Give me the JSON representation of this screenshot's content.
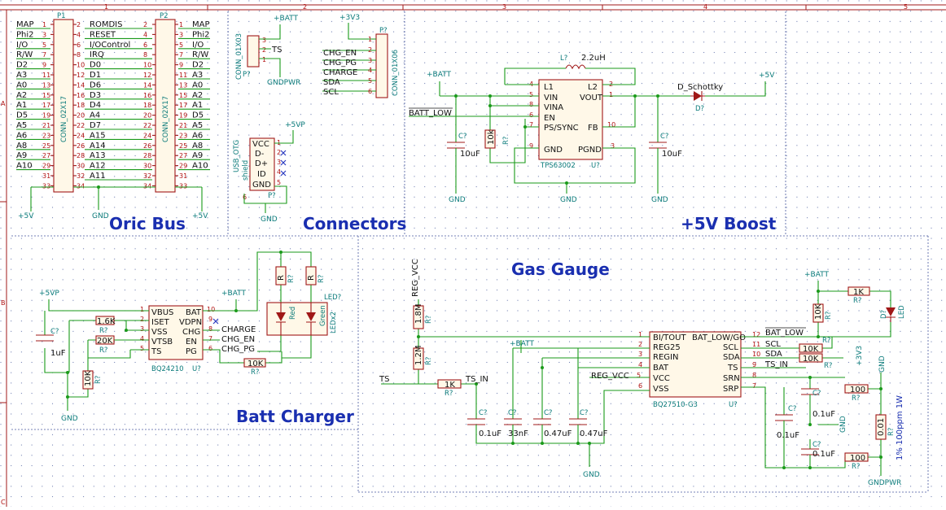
{
  "sections": {
    "oric_bus": "Oric Bus",
    "connectors": "Connectors",
    "boost": "+5V Boost",
    "charger": "Batt Charger",
    "gauge": "Gas Gauge"
  },
  "frame_cols": [
    "1",
    "2",
    "3",
    "4",
    "5"
  ],
  "frame_rows": [
    "A",
    "B",
    "C"
  ],
  "oric": {
    "p1_ref": "P1",
    "p2_ref": "P2",
    "conn_name": "CONN_02X17",
    "left_labels": [
      "MAP",
      "Phi2",
      "I/O",
      "R/W",
      "D2",
      "A3",
      "A0",
      "A2",
      "A1",
      "D5",
      "A5",
      "A6",
      "A8",
      "A9",
      "A10"
    ],
    "left_pins": [
      "1",
      "3",
      "5",
      "7",
      "9",
      "11",
      "13",
      "15",
      "17",
      "19",
      "21",
      "23",
      "25",
      "27",
      "29",
      "31",
      "33"
    ],
    "mid_pins_a": [
      "2",
      "4",
      "6",
      "8",
      "10",
      "12",
      "14",
      "16",
      "18",
      "20",
      "22",
      "24",
      "26",
      "28",
      "30",
      "32",
      "34"
    ],
    "mid_labels": [
      "ROMDIS",
      "RESET",
      "I/OControl",
      "IRQ",
      "D0",
      "D1",
      "D6",
      "D3",
      "D4",
      "A4",
      "D7",
      "A15",
      "A14",
      "A13",
      "A12",
      "A11"
    ],
    "p2_left_pins": [
      "2",
      "4",
      "6",
      "8",
      "10",
      "12",
      "14",
      "16",
      "18",
      "20",
      "22",
      "24",
      "26",
      "28",
      "30",
      "32",
      "34"
    ],
    "p2_right_pins": [
      "1",
      "3",
      "5",
      "7",
      "9",
      "11",
      "13",
      "15",
      "17",
      "19",
      "21",
      "23",
      "25",
      "27",
      "29",
      "31",
      "33"
    ],
    "right_labels": [
      "MAP",
      "Phi2",
      "I/O",
      "R/W",
      "D2",
      "A3",
      "A0",
      "A2",
      "A1",
      "D5",
      "A5",
      "A6",
      "A8",
      "A9",
      "A10"
    ],
    "pwr_left": "+5V",
    "pwr_gnd": "GND",
    "pwr_right": "+5V"
  },
  "connectors": {
    "j1_ref": "P?",
    "j1_name": "CONN_01X03",
    "j1_pins": [
      "3",
      "2",
      "1"
    ],
    "ts": "TS",
    "batt": "+BATT",
    "gndpwr": "GNDPWR",
    "j2_ref": "P?",
    "j2_name": "CONN_01X06",
    "j2_pins": [
      "1",
      "2",
      "3",
      "4",
      "5",
      "6"
    ],
    "j2_pwr": "+3V3",
    "j2_labels": [
      "CHG_EN",
      "CHG_PG",
      "CHARGE",
      "SDA",
      "SCL"
    ],
    "usb_ref": "P?",
    "usb_name": "USB_OTG",
    "usb_shield": "shield",
    "usb_pwr": "+5VP",
    "usb_pins": [
      "VCC",
      "D-",
      "D+",
      "ID",
      "GND"
    ],
    "usb_nums": [
      "1",
      "2",
      "3",
      "4",
      "5"
    ],
    "usb_shield_num": "6",
    "usb_gnd": "GND"
  },
  "boost": {
    "inductor_ref": "L?",
    "inductor_val": "2.2uH",
    "batt": "+BATT",
    "batt_low": "BATT_LOW",
    "ic_ref": "U?",
    "ic_name": "TPS63002",
    "ic_left_pins": [
      "L1",
      "VIN",
      "VINA",
      "EN",
      "PS/SYNC"
    ],
    "ic_left_nums": [
      "4",
      "5",
      "8",
      "6",
      "7"
    ],
    "ic_right_pins": [
      "L2",
      "VOUT",
      "FB"
    ],
    "ic_right_nums": [
      "2",
      "1",
      "10"
    ],
    "ic_bottom": [
      "GND",
      "PGND"
    ],
    "ic_bottom_nums": [
      "9",
      "3"
    ],
    "c_in_ref": "C?",
    "c_in_val": "10uF",
    "r_ref": "R?",
    "r_val": "10k",
    "c_out_ref": "C?",
    "c_out_val": "10uF",
    "diode_name": "D_Schottky",
    "diode_ref": "D?",
    "out_pwr": "+5V",
    "gnd": "GND"
  },
  "charger": {
    "pwr_in": "+5VP",
    "batt": "+BATT",
    "ic_ref": "U?",
    "ic_name": "BQ24210",
    "ic_left_pins": [
      "VBUS",
      "ISET",
      "VSS",
      "VTSB",
      "TS"
    ],
    "ic_left_nums": [
      "1",
      "2",
      "3",
      "4",
      "5"
    ],
    "ic_right_pins": [
      "BAT",
      "VDPN",
      "CHG",
      "EN",
      "PG"
    ],
    "ic_right_nums": [
      "10",
      "9",
      "8",
      "7",
      "6"
    ],
    "c_ref": "C?",
    "c_val": "1uF",
    "r_iset_val": "1.6K",
    "r_iset_ref": "R?",
    "r_vtsb_val": "20K",
    "r_vtsb_ref": "R?",
    "r_ts_val": "10K",
    "r_ts_ref": "R?",
    "r_pg_val": "10K",
    "r_pg_ref": "R?",
    "gnd": "GND",
    "net_labels": [
      "CHARGE",
      "CHG_EN",
      "CHG_PG"
    ],
    "led_ref": "LED?",
    "led_name": "LEDx2",
    "led_colors": [
      "Red",
      "Green"
    ],
    "led_r1": "R",
    "led_r2": "R",
    "led_r_ref": "R?"
  },
  "gauge": {
    "reg_vcc": "REG_VCC",
    "r_top_val": "1.8M",
    "r_top_ref": "R?",
    "r_bot_val": "1.2M",
    "r_bot_ref": "R?",
    "ts": "TS",
    "ts_in": "TS_IN",
    "r_ts_val": "1K",
    "r_ts_ref": "R?",
    "batt": "+BATT",
    "ic_ref": "U?",
    "ic_name": "BQ27510-G3",
    "ic_left_pins": [
      "BI/TOUT",
      "REG25",
      "REGIN",
      "BAT",
      "VCC",
      "VSS"
    ],
    "ic_left_nums": [
      "1",
      "2",
      "3",
      "4",
      "5",
      "6"
    ],
    "ic_right_pins": [
      "BAT_LOW/GO",
      "SCL",
      "SDA",
      "TS",
      "SRN",
      "SRP"
    ],
    "ic_right_nums": [
      "12",
      "11",
      "10",
      "9",
      "8",
      "7"
    ],
    "caps": [
      {
        "ref": "C?",
        "val": "0.1uF"
      },
      {
        "ref": "C?",
        "val": "33nF"
      },
      {
        "ref": "C?",
        "val": "0.47uF"
      },
      {
        "ref": "C?",
        "val": "0.47uF"
      }
    ],
    "reg_vcc2": "REG_VCC",
    "gnd": "GND",
    "out_labels": [
      "BAT_LOW",
      "SCL",
      "SDA",
      "TS_IN"
    ],
    "r_pull_val": "10K",
    "r_pull_ref": "R?",
    "pwr_3v3": "+3V3",
    "led_batt": "+BATT",
    "r_led_val": "1K",
    "r_led_ref": "R?",
    "r_10k": "10K",
    "led_ref": "D?",
    "led_name": "LED",
    "r_srn_val": "100",
    "r_srn_ref": "R?",
    "r_srp_val": "100",
    "r_srp_ref": "R?",
    "c_sense_ref": "C?",
    "c_sense_val": "0.1uF",
    "c_srn_val": "0.1uF",
    "c_srp_val": "0.1uF",
    "r_sense_val": "0.01",
    "r_sense_ref": "R?",
    "r_sense_note": "1% 100ppm 1W",
    "gnd_top": "GND",
    "gndpwr": "GNDPWR"
  }
}
